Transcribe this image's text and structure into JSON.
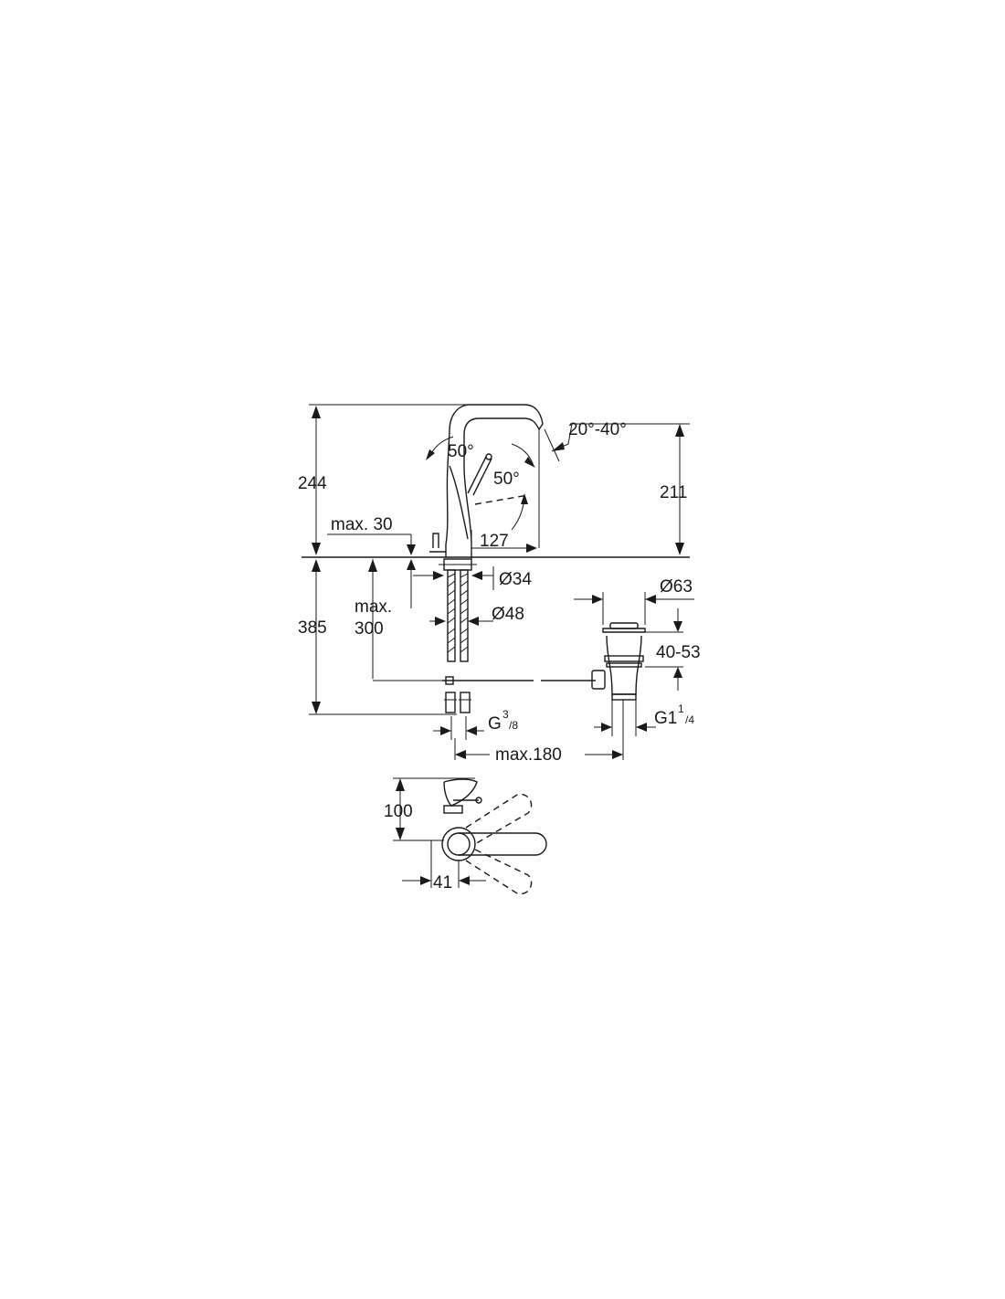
{
  "colors": {
    "line": "#1a1a1a",
    "background": "#ffffff"
  },
  "dimensions": {
    "total_height_above_deck": "244",
    "spout_height": "211",
    "spout_angle": "20°-40°",
    "lever_angle_left": "50°",
    "lever_angle_right": "50°",
    "max_deck_thickness": "max. 30",
    "spout_reach": "127",
    "shank_diameter": "Ø34",
    "base_diameter": "Ø48",
    "below_deck_height": "385",
    "max_hose_depth_line1": "max.",
    "max_hose_depth_line2": "300",
    "waste_diameter": "Ø63",
    "waste_thickness_range": "40-53",
    "hose_thread_main": "G",
    "hose_thread_num": "3",
    "hose_thread_den": "/8",
    "waste_thread_main": "G1",
    "waste_thread_num": "1",
    "waste_thread_den": "/4",
    "max_pop_up_reach": "max.180",
    "top_view_depth": "100",
    "top_view_offset": "41"
  }
}
